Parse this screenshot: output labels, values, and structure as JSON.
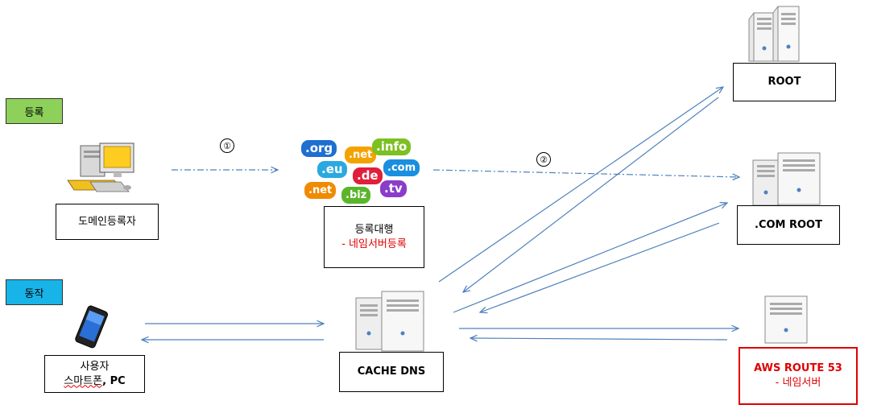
{
  "tags": {
    "register": "등록",
    "operate": "동작"
  },
  "steps": {
    "one": "①",
    "two": "②"
  },
  "nodes": {
    "registrant": "도메인등록자",
    "registrar_title": "등록대행",
    "registrar_sub": "- 네임서버등록",
    "root": "ROOT",
    "com_root": ".COM ROOT",
    "user_line1": "사용자",
    "user_line2_a": "스마트폰",
    "user_line2_b": ", PC",
    "cache_dns": "CACHE DNS",
    "aws_line1": "AWS ROUTE 53",
    "aws_line2": "- 네임서버"
  },
  "tld_cloud": [
    ".org",
    ".net",
    ".info",
    ".eu",
    ".de",
    ".com",
    ".net",
    ".biz",
    ".tv"
  ],
  "colors": {
    "arrow": "#4f81bd",
    "tag_register": "#8ed15a",
    "tag_operate": "#18b4e8",
    "highlight_text": "#e00000"
  }
}
